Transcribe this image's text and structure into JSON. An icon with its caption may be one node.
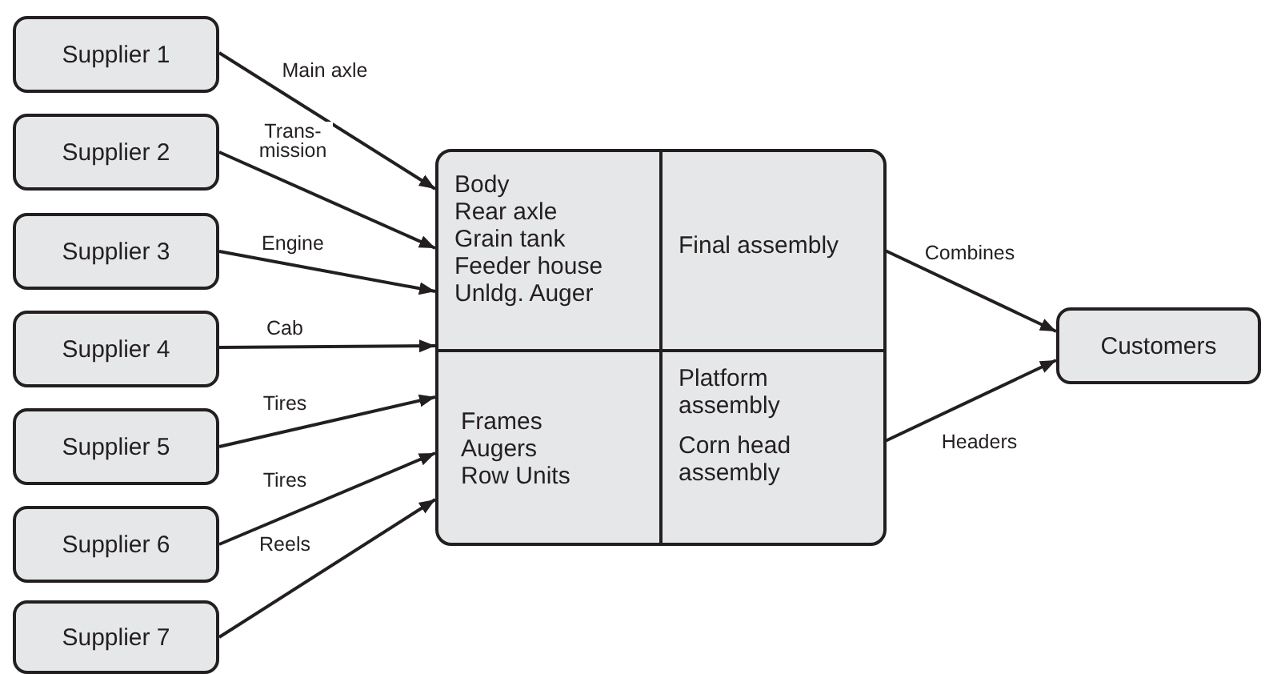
{
  "diagram": {
    "nodes": [
      {
        "text": [
          "Supplier 1"
        ]
      },
      {
        "text": [
          "Supplier 2"
        ]
      },
      {
        "text": [
          "Supplier 3"
        ]
      },
      {
        "text": [
          "Supplier 4"
        ]
      },
      {
        "text": [
          "Supplier 5"
        ]
      },
      {
        "text": [
          "Supplier 6"
        ]
      },
      {
        "text": [
          "Supplier 7"
        ]
      },
      {
        "text": [],
        "shape": "box"
      },
      {
        "text": [
          "Body",
          "Rear axle",
          "Grain tank",
          "Feeder house",
          "Unldg. Auger"
        ],
        "in": 7
      },
      {
        "text": [
          "Final assembly"
        ],
        "in": 7
      },
      {
        "text": [
          "Frames",
          "Augers",
          "Row Units"
        ],
        "in": 7
      },
      {
        "text": [
          "Platform assembly",
          "Corn head assembly"
        ],
        "in": 7
      },
      {
        "text": [
          "Customers"
        ]
      }
    ],
    "edges": [
      {
        "from": 0,
        "to": 8,
        "arrow": "to",
        "label": "Main axle"
      },
      {
        "from": 1,
        "to": 8,
        "arrow": "to",
        "label": "Trans- mission"
      },
      {
        "from": 2,
        "to": 8,
        "arrow": "to",
        "label": "Engine"
      },
      {
        "from": 3,
        "to": 7,
        "arrow": "to",
        "label": "Cab"
      },
      {
        "from": 4,
        "to": 10,
        "arrow": "to",
        "label": "Tires"
      },
      {
        "from": 5,
        "to": 10,
        "arrow": "to",
        "label": "Tires"
      },
      {
        "from": 6,
        "to": 10,
        "arrow": "to",
        "label": "Reels"
      },
      {
        "from": 9,
        "to": 12,
        "arrow": "to",
        "label": "Combines"
      },
      {
        "from": 11,
        "to": 12,
        "arrow": "to",
        "label": "Headers"
      }
    ]
  }
}
